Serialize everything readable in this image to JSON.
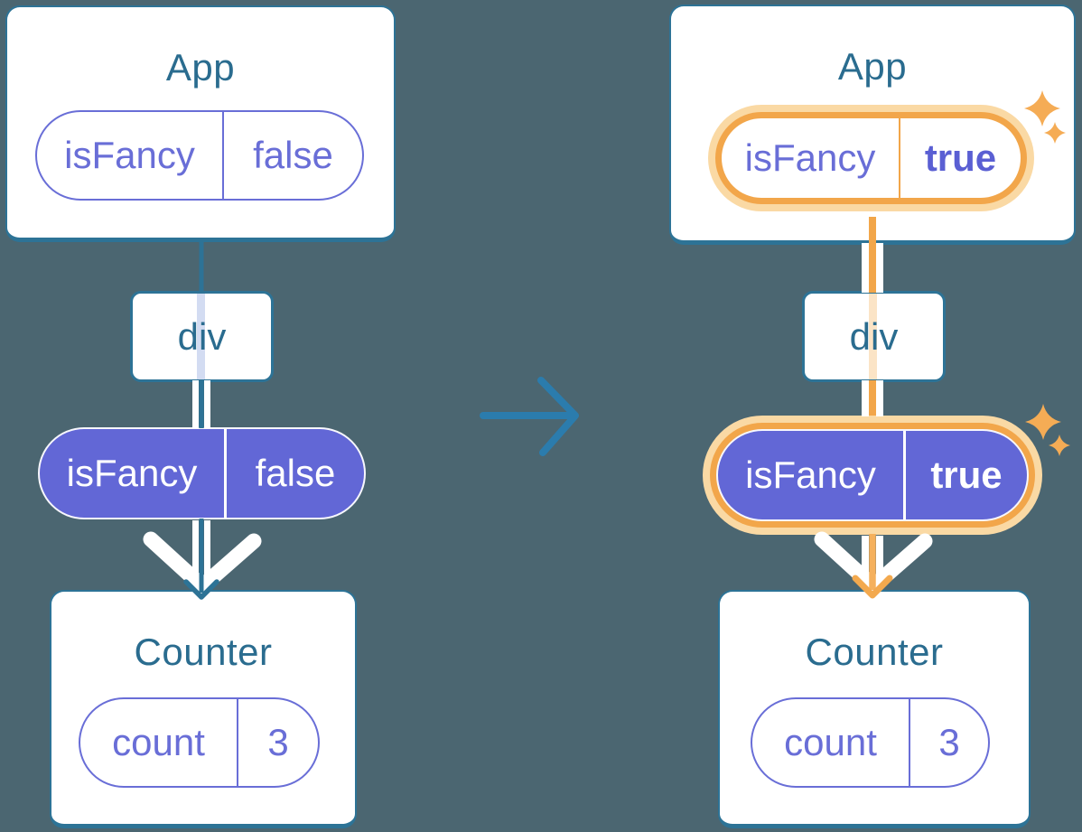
{
  "background_color": "#4B6671",
  "palette": {
    "card_background": "#FFFFFF",
    "card_border": "#2D7396",
    "node_title_text": "#2A6C8F",
    "prop_purple_fill": "#6267D6",
    "prop_purple_text": "#696ED7",
    "highlight_orange": "#F2A64A",
    "highlight_glow_peach": "#FAD9A4",
    "sparkle_orange": "#F5AC55",
    "transition_arrow_blue": "#2B7CAD",
    "wire_white": "#FFFFFF"
  },
  "before": {
    "app": {
      "title": "App",
      "prop_name": "isFancy",
      "prop_value": "false"
    },
    "div_node": {
      "title": "div"
    },
    "passed_prop": {
      "name": "isFancy",
      "value": "false"
    },
    "counter": {
      "title": "Counter",
      "state_name": "count",
      "state_value": "3"
    }
  },
  "after": {
    "app": {
      "title": "App",
      "prop_name": "isFancy",
      "prop_value": "true"
    },
    "div_node": {
      "title": "div"
    },
    "passed_prop": {
      "name": "isFancy",
      "value": "true"
    },
    "counter": {
      "title": "Counter",
      "state_name": "count",
      "state_value": "3"
    }
  },
  "icons": {
    "transition_arrow": "right-arrow",
    "sparkles": "four-point-star",
    "flow_arrowheads": "down-chevron"
  }
}
